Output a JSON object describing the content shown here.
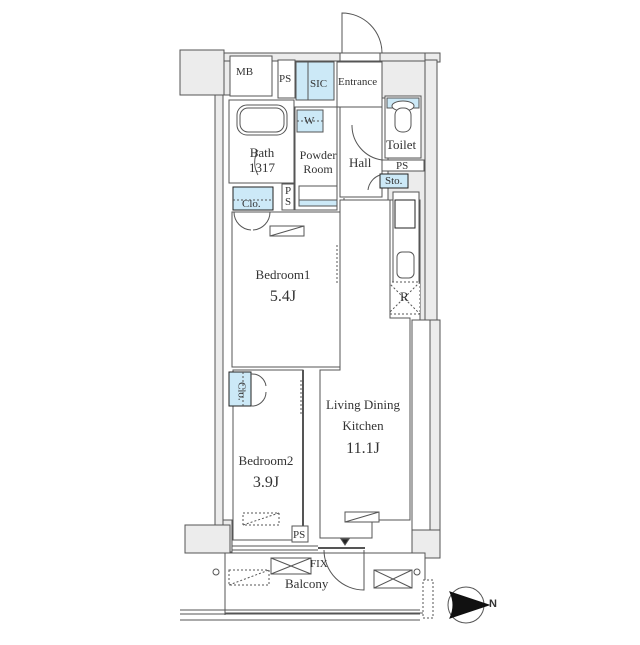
{
  "floorplan": {
    "rooms": {
      "mb": "MB",
      "ps_top": "PS",
      "sic": "SIC",
      "entrance": "Entrance",
      "w": "W",
      "bath_name": "Bath",
      "bath_size": "1317",
      "powder_room_line1": "Powder",
      "powder_room_line2": "Room",
      "hall": "Hall",
      "toilet": "Toilet",
      "ps_right": "PS",
      "sto": "Sto.",
      "ps_mid": "PS",
      "clo1": "Clo.",
      "bedroom1_name": "Bedroom1",
      "bedroom1_size": "5.4J",
      "refrigerator": "R",
      "clo2": "Clo.",
      "ldk_line1": "Living Dining",
      "ldk_line2": "Kitchen",
      "ldk_size": "11.1J",
      "bedroom2_name": "Bedroom2",
      "bedroom2_size": "3.9J",
      "ps_bottom": "PS",
      "fix": "FIX",
      "balcony": "Balcony"
    },
    "compass": {
      "label": "N"
    },
    "colors": {
      "wall_fill": "#ececec",
      "line": "#555555",
      "storage_blue": "#cce9f7"
    }
  }
}
